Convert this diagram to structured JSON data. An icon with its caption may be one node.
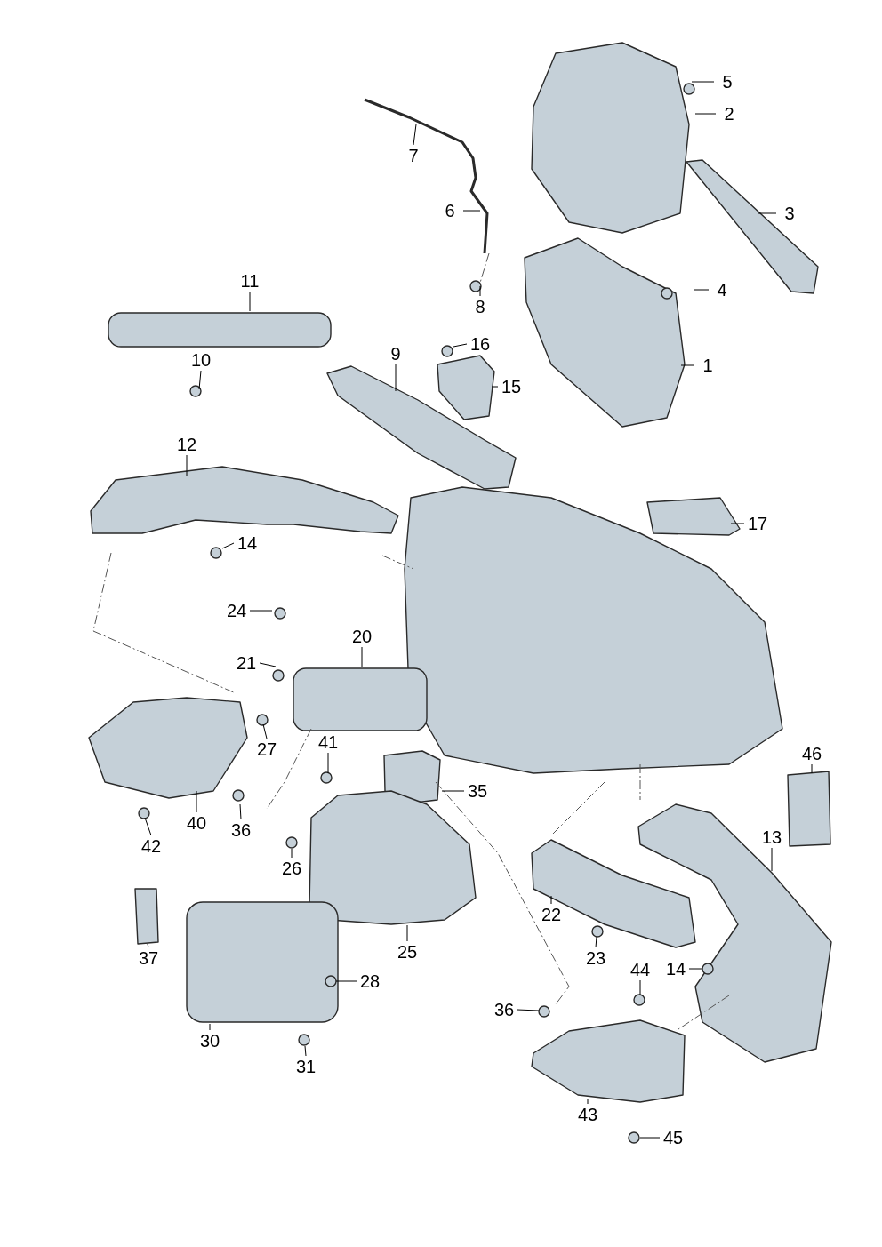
{
  "diagram": {
    "nodes": [
      {
        "text": [
          "5"
        ]
      },
      {
        "text": [
          "2"
        ]
      },
      {
        "text": [
          "7"
        ]
      },
      {
        "text": [
          "3"
        ]
      },
      {
        "text": [
          "6"
        ]
      },
      {
        "text": [
          "4"
        ]
      },
      {
        "text": [
          "8"
        ]
      },
      {
        "text": [
          "11"
        ]
      },
      {
        "text": [
          "16"
        ]
      },
      {
        "text": [
          "9"
        ]
      },
      {
        "text": [
          "10"
        ]
      },
      {
        "text": [
          "1"
        ]
      },
      {
        "text": [
          "15"
        ]
      },
      {
        "text": [
          "12"
        ]
      },
      {
        "text": [
          "17"
        ]
      },
      {
        "text": [
          "14"
        ]
      },
      {
        "text": [
          "24"
        ]
      },
      {
        "text": [
          "20"
        ]
      },
      {
        "text": [
          "21"
        ]
      },
      {
        "text": [
          "27"
        ]
      },
      {
        "text": [
          "41"
        ]
      },
      {
        "text": [
          "35"
        ]
      },
      {
        "text": [
          "46"
        ]
      },
      {
        "text": [
          "40"
        ]
      },
      {
        "text": [
          "36"
        ]
      },
      {
        "text": [
          "42"
        ]
      },
      {
        "text": [
          "13"
        ]
      },
      {
        "text": [
          "26"
        ]
      },
      {
        "text": [
          "22"
        ]
      },
      {
        "text": [
          "25"
        ]
      },
      {
        "text": [
          "37"
        ]
      },
      {
        "text": [
          "23"
        ]
      },
      {
        "text": [
          "14"
        ]
      },
      {
        "text": [
          "44"
        ]
      },
      {
        "text": [
          "28"
        ]
      },
      {
        "text": [
          "36"
        ]
      },
      {
        "text": [
          "30"
        ]
      },
      {
        "text": [
          "31"
        ]
      },
      {
        "text": [
          "43"
        ]
      },
      {
        "text": [
          "45"
        ]
      }
    ],
    "edges": [
      {
        "from": 0,
        "to": null,
        "arrow": "none"
      },
      {
        "from": 1,
        "to": null,
        "arrow": "none"
      },
      {
        "from": 2,
        "to": null,
        "arrow": "none"
      },
      {
        "from": 3,
        "to": null,
        "arrow": "none"
      },
      {
        "from": 4,
        "to": null,
        "arrow": "none"
      },
      {
        "from": 5,
        "to": null,
        "arrow": "none"
      },
      {
        "from": 6,
        "to": null,
        "arrow": "none"
      },
      {
        "from": 7,
        "to": null,
        "arrow": "none"
      },
      {
        "from": 8,
        "to": null,
        "arrow": "none"
      },
      {
        "from": 9,
        "to": null,
        "arrow": "none"
      },
      {
        "from": 10,
        "to": null,
        "arrow": "none"
      },
      {
        "from": 11,
        "to": null,
        "arrow": "none"
      },
      {
        "from": 12,
        "to": null,
        "arrow": "none"
      },
      {
        "from": 13,
        "to": null,
        "arrow": "none"
      },
      {
        "from": 14,
        "to": null,
        "arrow": "none"
      },
      {
        "from": 15,
        "to": null,
        "arrow": "none"
      },
      {
        "from": 16,
        "to": null,
        "arrow": "none"
      },
      {
        "from": 17,
        "to": null,
        "arrow": "none"
      },
      {
        "from": 18,
        "to": null,
        "arrow": "none"
      },
      {
        "from": 19,
        "to": null,
        "arrow": "none"
      },
      {
        "from": 20,
        "to": null,
        "arrow": "none"
      },
      {
        "from": 21,
        "to": null,
        "arrow": "none"
      },
      {
        "from": 22,
        "to": null,
        "arrow": "none"
      },
      {
        "from": 23,
        "to": null,
        "arrow": "none"
      },
      {
        "from": 24,
        "to": null,
        "arrow": "none"
      },
      {
        "from": 25,
        "to": null,
        "arrow": "none"
      },
      {
        "from": 26,
        "to": null,
        "arrow": "none"
      },
      {
        "from": 27,
        "to": null,
        "arrow": "none"
      },
      {
        "from": 28,
        "to": null,
        "arrow": "none"
      },
      {
        "from": 29,
        "to": null,
        "arrow": "none"
      },
      {
        "from": 30,
        "to": null,
        "arrow": "none"
      },
      {
        "from": 31,
        "to": null,
        "arrow": "none"
      },
      {
        "from": 32,
        "to": null,
        "arrow": "none"
      },
      {
        "from": 33,
        "to": null,
        "arrow": "none"
      },
      {
        "from": 34,
        "to": null,
        "arrow": "none"
      },
      {
        "from": 35,
        "to": null,
        "arrow": "none"
      },
      {
        "from": 36,
        "to": null,
        "arrow": "none"
      },
      {
        "from": 37,
        "to": null,
        "arrow": "none"
      },
      {
        "from": 38,
        "to": null,
        "arrow": "none"
      },
      {
        "from": 39,
        "to": null,
        "arrow": "none"
      }
    ]
  }
}
